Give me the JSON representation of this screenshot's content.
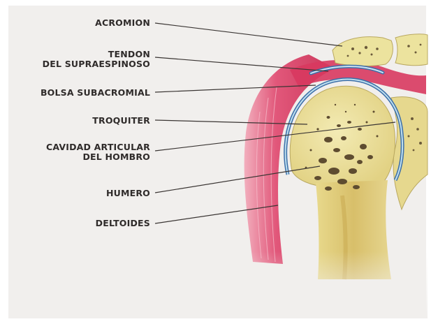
{
  "labels": {
    "acromion": "ACROMION",
    "tendon_line1": "TENDON",
    "tendon_line2": "DEL SUPRAESPINOSO",
    "bolsa": "BOLSA SUBACROMIAL",
    "troquiter": "TROQUITER",
    "cavidad_line1": "CAVIDAD ARTICULAR",
    "cavidad_line2": "DEL HOMBRO",
    "humero": "HUMERO",
    "deltoides": "DELTOIDES"
  },
  "colors": {
    "background": "#f1efed",
    "bone": "#ede3a0",
    "bone_marrow": "#6b5a3a",
    "muscle": "#e0456b",
    "cartilage": "#3d6fa8",
    "leader_line": "#3a3533"
  }
}
